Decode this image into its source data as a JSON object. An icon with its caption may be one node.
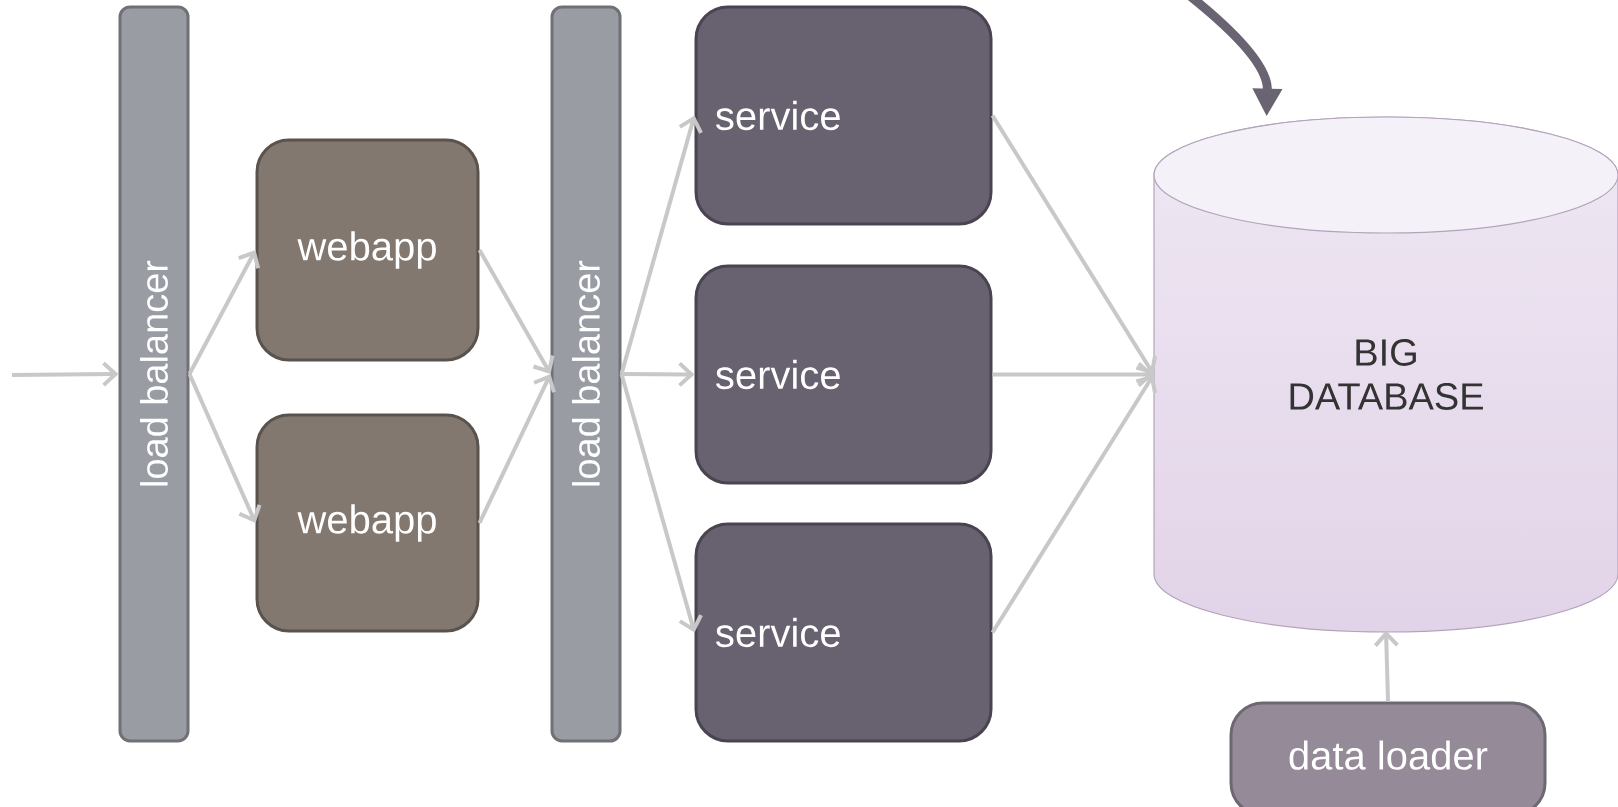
{
  "diagram": {
    "nodes": [
      {
        "text": [
          "load balancer"
        ]
      },
      {
        "text": [
          "webapp"
        ]
      },
      {
        "text": [
          "webapp"
        ]
      },
      {
        "text": [
          "load balancer"
        ]
      },
      {
        "text": [
          "service"
        ]
      },
      {
        "text": [
          "service"
        ]
      },
      {
        "text": [
          "service"
        ]
      },
      {
        "text": [
          "BIG DATABASE"
        ]
      },
      {
        "text": [
          "data loader"
        ]
      }
    ],
    "edges": [
      {
        "from": null,
        "to": 0,
        "arrow": "to"
      },
      {
        "from": 0,
        "to": 1,
        "arrow": "to"
      },
      {
        "from": 0,
        "to": 2,
        "arrow": "to"
      },
      {
        "from": 1,
        "to": 3,
        "arrow": "to"
      },
      {
        "from": 2,
        "to": 3,
        "arrow": "to"
      },
      {
        "from": 3,
        "to": 4,
        "arrow": "to"
      },
      {
        "from": 3,
        "to": 5,
        "arrow": "to"
      },
      {
        "from": 3,
        "to": 6,
        "arrow": "to"
      },
      {
        "from": 4,
        "to": 7,
        "arrow": "to"
      },
      {
        "from": 5,
        "to": 7,
        "arrow": "to"
      },
      {
        "from": 6,
        "to": 7,
        "arrow": "to"
      },
      {
        "from": 8,
        "to": 7,
        "arrow": "to"
      },
      {
        "from": null,
        "to": 7,
        "arrow": "to",
        "style": "thick",
        "color": "#6a6372"
      }
    ]
  }
}
